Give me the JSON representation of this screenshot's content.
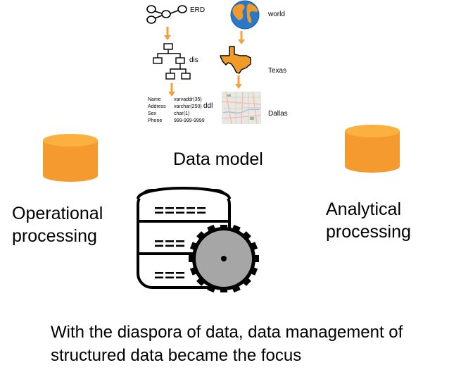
{
  "diagram": {
    "erd_label": "ERD",
    "dis_label": "dis",
    "ddl_label": "ddl",
    "ddl_rows": [
      {
        "field": "Name",
        "type": "varvaddr(35)"
      },
      {
        "field": "Address",
        "type": "varchar(250)"
      },
      {
        "field": "Sex",
        "type": "char(1)"
      },
      {
        "field": "Phone",
        "type": "999-999-9999"
      }
    ],
    "world_label": "world",
    "texas_label": "Texas",
    "dallas_label": "Dallas",
    "data_model_label": "Data model",
    "operational_line1": "Operational",
    "operational_line2": "processing",
    "analytical_line1": "Analytical",
    "analytical_line2": "processing",
    "database_rows": [
      "=====",
      "===",
      "==="
    ],
    "caption_line1": "With the diaspora of data, data management of",
    "caption_line2": "structured data became the focus"
  },
  "colors": {
    "arrow": "#f4a03a",
    "cylinder": "#f59a2e",
    "cylinder_top": "#fbb040",
    "globe_ocean": "#2a78c8",
    "globe_land": "#f09a2a",
    "gear": "#a6a6a6"
  },
  "icons": [
    "erd-icon",
    "hierarchy-icon",
    "globe-icon",
    "texas-icon",
    "dallas-map-icon",
    "database-icon",
    "gear-icon",
    "cylinder-icon"
  ]
}
